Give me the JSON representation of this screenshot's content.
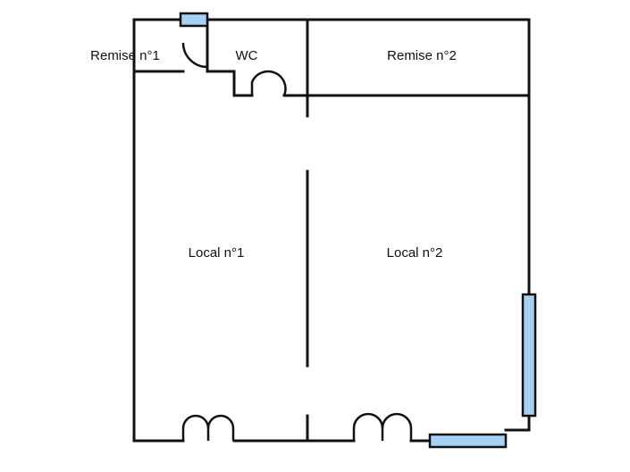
{
  "rooms": {
    "remise_1": "Remise n°1",
    "wc": "WC",
    "remise_2": "Remise n°2",
    "local_1": "Local n°1",
    "local_2": "Local n°2"
  },
  "colors": {
    "wall": "#111111",
    "window": "#a6d1f2",
    "background": "#ffffff"
  }
}
